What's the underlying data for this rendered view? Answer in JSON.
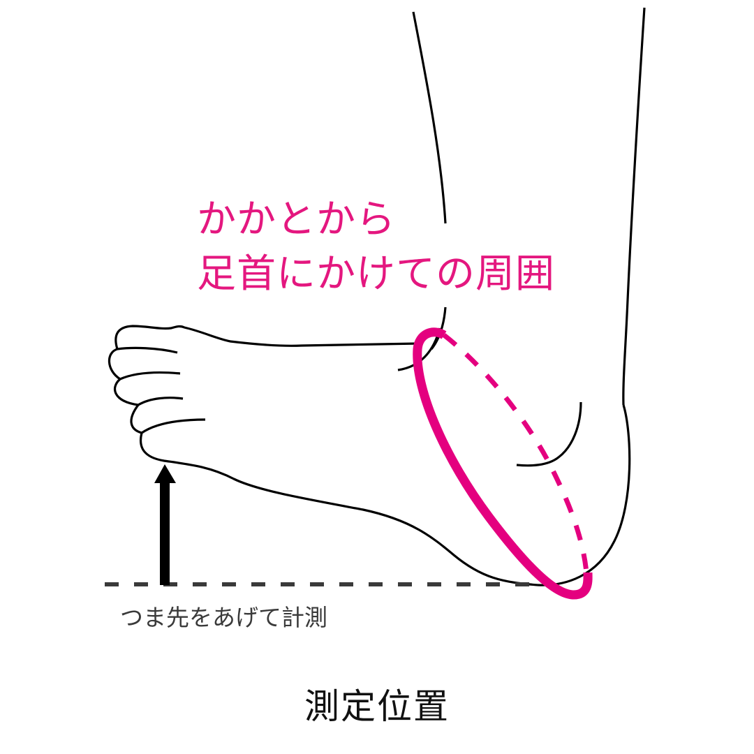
{
  "diagram": {
    "title": "測定位置",
    "measurement_label": {
      "line1": "かかとから",
      "line2": "足首にかけての周囲"
    },
    "instruction": "つま先をあげて計測",
    "colors": {
      "accent": "#e4007f",
      "label_pink": "#e4177f",
      "outline": "#000000",
      "ground_line": "#3a3a3a",
      "instruction_text": "#3a3a3a",
      "background": "#ffffff"
    },
    "elements": {
      "foot_outline": "side view of foot with toes raised",
      "measurement_loop": "pink ellipse around heel and ankle (solid front, dashed back)",
      "ground_line": "dashed horizontal line",
      "lift_arrow": "arrow pointing up under toes"
    }
  }
}
